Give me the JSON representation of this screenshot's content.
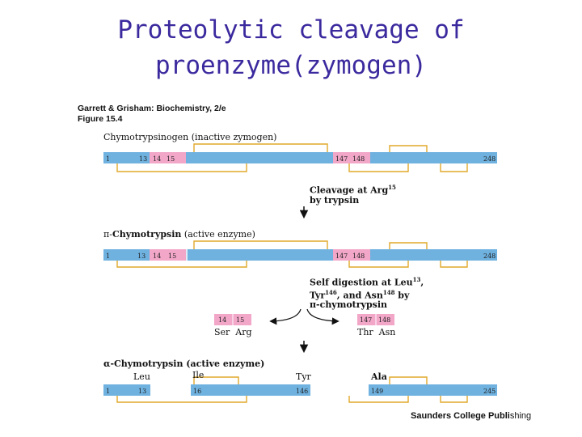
{
  "title": {
    "line1": "Proteolytic cleavage of",
    "line2": "proenzyme(zymogen)"
  },
  "caption": {
    "line1": "Garrett & Grisham: Biochemistry, 2/e",
    "line2": "Figure 15.4"
  },
  "chymotrypsinogen": {
    "heading": "Chymotrypsinogen (inactive zymogen)",
    "labels": [
      "1",
      "13",
      "14",
      "15",
      "147",
      "148",
      "248"
    ]
  },
  "step1": {
    "line1": "Cleavage at Arg",
    "sup": "15",
    "line2": "by trypsin"
  },
  "pi_chymotrypsin": {
    "heading_prefix": "π-",
    "heading_bold": "Chymotrypsin",
    "heading_rest": " (active enzyme)",
    "labels": [
      "1",
      "13",
      "14",
      "15",
      "147",
      "148",
      "248"
    ]
  },
  "step2": {
    "line1a": "Self digestion at Leu",
    "sup1": "13",
    "line1b": ",",
    "line2a": "Tyr",
    "sup2": "146",
    "line2b": ", and Asn",
    "sup3": "148",
    "line2c": " by",
    "line3": "π-chymotrypsin"
  },
  "released": {
    "left": {
      "numbers": [
        "14",
        "15"
      ],
      "residues": "Ser  Arg"
    },
    "right": {
      "numbers": [
        "147",
        "148"
      ],
      "residues": "Thr  Asn"
    }
  },
  "alpha_chymotrypsin": {
    "heading": "α-Chymotrypsin (active enzyme)",
    "residues": {
      "leu": "Leu",
      "ile": "Ile",
      "tyr": "Tyr",
      "ala": "Ala"
    },
    "labels": [
      "1",
      "13",
      "16",
      "146",
      "149",
      "245"
    ]
  },
  "publisher": {
    "bold": "Saunders College Publi",
    "rest": "shing"
  },
  "colors": {
    "chain": "#6fb2e0",
    "pink": "#f2a6c8",
    "gold": "#e0a92a",
    "title": "#3b2a9e"
  }
}
